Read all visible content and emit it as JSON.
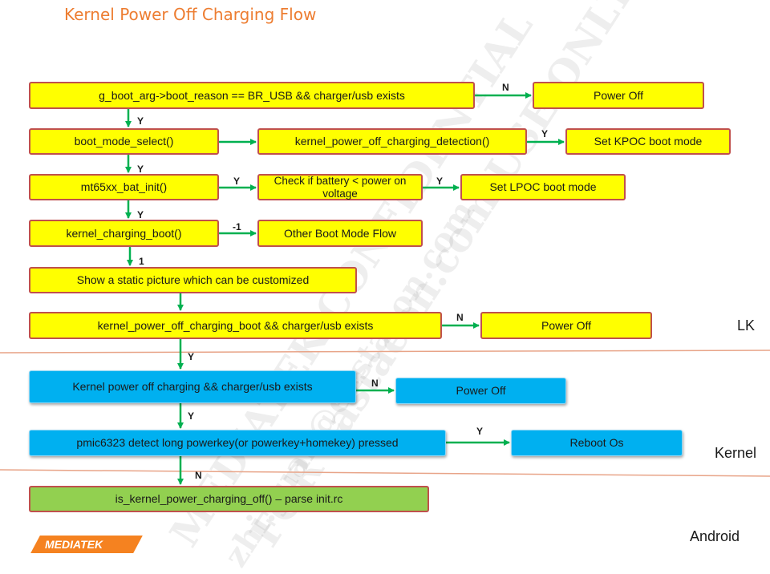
{
  "title": "Kernel Power Off Charging Flow",
  "nodes": {
    "boot_reason": "g_boot_arg->boot_reason == BR_USB  &&   charger/usb exists",
    "power_off_1": "Power Off",
    "boot_mode_select": "boot_mode_select()",
    "kpoc_detection": "kernel_power_off_charging_detection()",
    "set_kpoc": "Set KPOC boot mode",
    "bat_init": "mt65xx_bat_init()",
    "check_battery": "Check if battery < power on voltage",
    "set_lpoc": "Set LPOC boot mode",
    "charging_boot": "kernel_charging_boot()",
    "other_boot": "Other Boot Mode Flow",
    "static_picture": "Show a static picture which can be customized",
    "kpoc_boot_exists": "kernel_power_off_charging_boot && charger/usb exists",
    "power_off_2": "Power Off",
    "kernel_charging_exists": "Kernel power off charging && charger/usb exists",
    "power_off_3": "Power Off",
    "pmic_detect": "pmic6323 detect long powerkey(or powerkey+homekey) pressed",
    "reboot_os": "Reboot Os",
    "is_kpoc_off": "is_kernel_power_charging_off() – parse init.rc"
  },
  "edge_labels": {
    "n1": "N",
    "y1": "Y",
    "y2": "Y",
    "y3": "Y",
    "y4": "Y",
    "y5": "Y",
    "minus1": "-1",
    "one": "1",
    "n2": "N",
    "y6": "Y",
    "n3": "N",
    "y7": "Y",
    "y8": "Y",
    "n4": "N"
  },
  "layers": {
    "lk": "LK",
    "kernel": "Kernel",
    "android": "Android"
  },
  "watermark": {
    "line1": "MEDIATEK CONFIDENTIAL",
    "line2": "FOR eastaeon.com USE ONLY",
    "line3": "zhi.yuan@eastaeon.com"
  },
  "brand": "MEDIATEK",
  "colors": {
    "title": "#ed7d31",
    "lk_box": "#ffff00",
    "lk_border": "#c0504d",
    "kernel_box": "#00b0f0",
    "android_box": "#92d050",
    "arrow": "#00b050",
    "separator": "#e8a488",
    "brand": "#f58220"
  }
}
